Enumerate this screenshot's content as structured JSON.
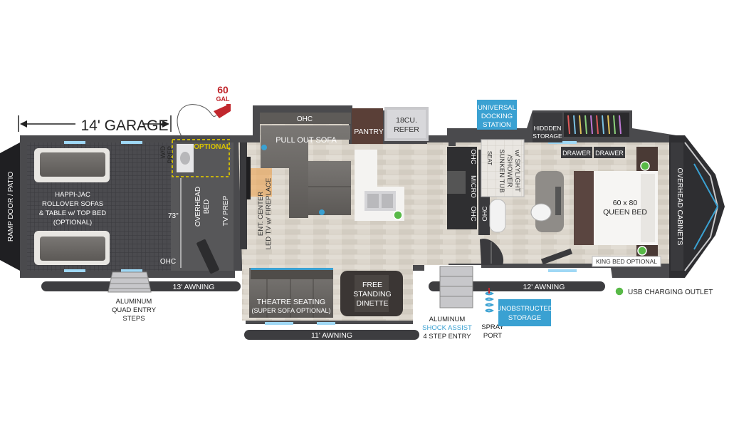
{
  "dimensions": {
    "garage": "14' GARAGE",
    "garage_height": "73\""
  },
  "fuel": {
    "amount": "60",
    "unit": "GAL"
  },
  "garage": {
    "optional_tag": "OPTIONAL",
    "wd_prep": [
      "W/D",
      "PREP"
    ],
    "sofas": [
      "HAPPI-JAC",
      "ROLLOVER SOFAS",
      "& TABLE w/ TOP BED",
      "(OPTIONAL)"
    ],
    "ramp_door": "RAMP DOOR / PATIO",
    "overhead_bed": [
      "OVERHEAD",
      "BED"
    ],
    "tv_prep": "TV PREP",
    "ohc": "OHC"
  },
  "living": {
    "ohc": "OHC",
    "pull_out_sofa": "PULL OUT SOFA",
    "pantry": "PANTRY",
    "refer": [
      "18CU.",
      "REFER"
    ],
    "ent_center": [
      "ENT. CENTER",
      "LED TV w/ FIREPLACE"
    ],
    "theatre": [
      "THEATRE SEATING",
      "(SUPER SOFA OPTIONAL)"
    ],
    "dinette": [
      "FREE",
      "STANDING",
      "DINETTE"
    ]
  },
  "kitchen": {
    "ohc_top": "OHC",
    "micro": "MICRO",
    "ohc_bottom": "OHC",
    "ohc_side": "OHC"
  },
  "bath": {
    "docking": [
      "UNIVERSAL",
      "DOCKING",
      "STATION"
    ],
    "seat": "SEAT",
    "tub": [
      "SUNKEN TUB",
      "/SHOWER",
      "w/ SKYLIGHT"
    ],
    "hidden_storage": [
      "HIDDDEN",
      "STORAGE"
    ]
  },
  "bedroom": {
    "drawer_1": "DRAWER",
    "drawer_2": "DRAWER",
    "bed": [
      "60 x 80",
      "QUEEN BED"
    ],
    "king_optional": "KING BED OPTIONAL",
    "overhead_cabinets": "OVERHEAD CABINETS"
  },
  "awnings": {
    "a13": "13' AWNING",
    "a11": "11' AWNING",
    "a12": "12' AWNING"
  },
  "exterior": {
    "quad_steps": [
      "ALUMINUM",
      "QUAD ENTRY",
      "STEPS"
    ],
    "shock_steps": [
      "ALUMINUM",
      "SHOCK ASSIST",
      "4 STEP ENTRY"
    ],
    "spray_port": [
      "SPRAY",
      "PORT"
    ],
    "unobstructed": [
      "UNOBSTRUCTED",
      "STORAGE"
    ]
  },
  "legend": {
    "usb": "USB CHARGING OUTLET"
  },
  "colors": {
    "wall": "#4a4a4d",
    "floor": "#d9d3c9",
    "garage_floor": "#4b4b4f",
    "callout_blue": "#3aa1d2",
    "usb_green": "#58b947",
    "fuel_red": "#c1272d",
    "optional_yellow": "#d8c200",
    "light_blue": "#9fd8f5"
  }
}
